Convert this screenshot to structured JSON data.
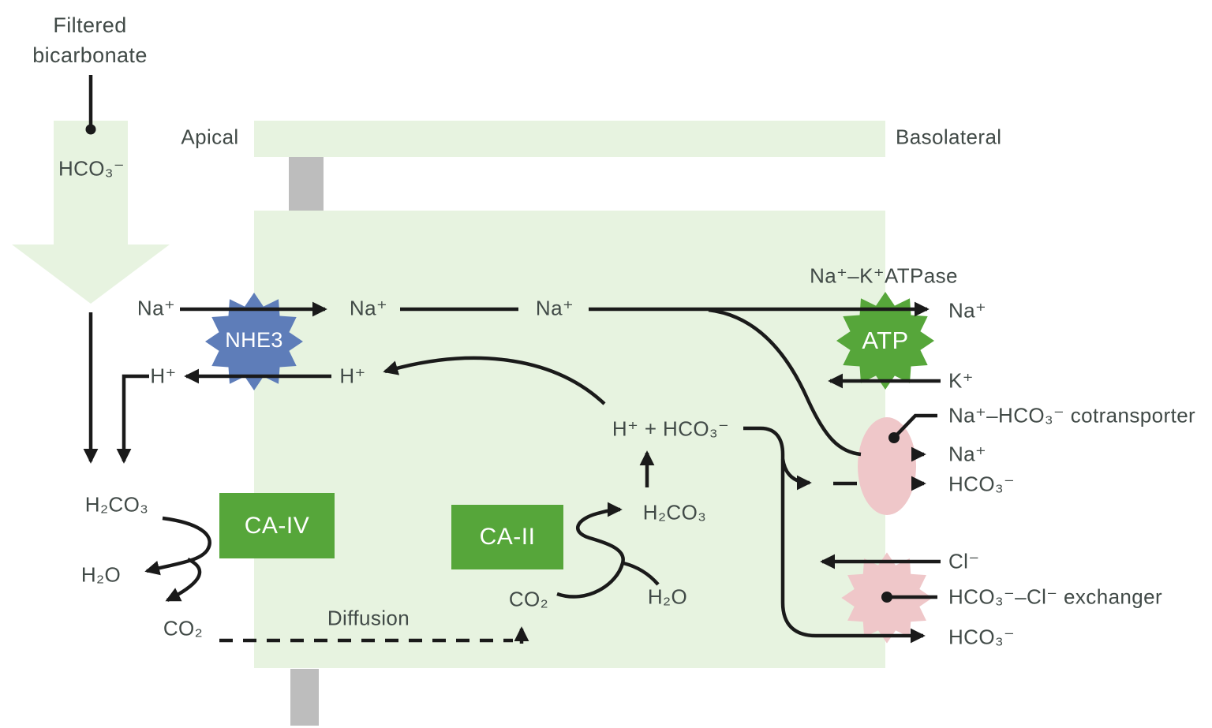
{
  "colors": {
    "cell_green": "#e7f3e0",
    "enzyme_green": "#56a63a",
    "nhe3_blue": "#5e7db9",
    "transporter_pink": "#efc7c9",
    "junction_gray": "#bdbdbd",
    "text_dark": "#414a47",
    "arrow_black": "#1a1a1a"
  },
  "labels": {
    "filtered_line1": "Filtered",
    "filtered_line2": "bicarbonate",
    "big_arrow_ion": "HCO₃⁻",
    "apical": "Apical",
    "basolateral": "Basolateral",
    "na_lumen": "Na⁺",
    "na_cell_1": "Na⁺",
    "na_cell_2": "Na⁺",
    "nhe3": "NHE3",
    "atpase_name": "Na⁺–K⁺ATPase",
    "atp": "ATP",
    "na_baso_out_pump": "Na⁺",
    "k_baso_in": "K⁺",
    "h_lumen": "H⁺",
    "h_cell": "H⁺",
    "h2co3_lumen": "H₂CO₃",
    "h2o_lumen": "H₂O",
    "co2_lumen": "CO₂",
    "diffusion": "Diffusion",
    "co2_cell": "CO₂",
    "h2o_cell": "H₂O",
    "h2co3_cell": "H₂CO₃",
    "h_plus_hco3_cell": "H⁺ + HCO₃⁻",
    "ca_iv": "CA-IV",
    "ca_ii": "CA-II",
    "cotransporter_name": "Na⁺–HCO₃⁻ cotransporter",
    "na_baso_out_cotransporter": "Na⁺",
    "hco3_baso_out_cotransporter": "HCO₃⁻",
    "cl_baso_in": "Cl⁻",
    "exchanger_name": "HCO₃⁻–Cl⁻ exchanger",
    "hco3_baso_out_exchanger": "HCO₃⁻"
  }
}
